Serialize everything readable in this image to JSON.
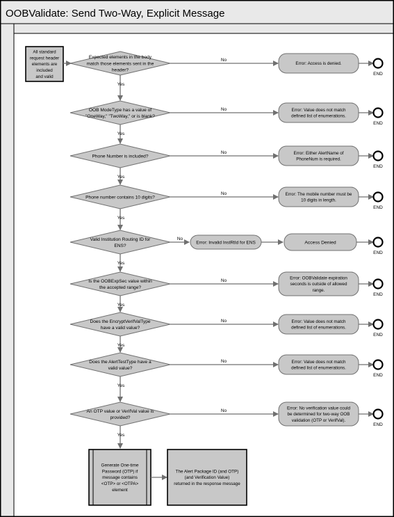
{
  "title": "OOBValidate: Send Two-Way, Explicit Message",
  "start_box": [
    "All standard",
    "request header",
    "elements are",
    "included",
    "and valid"
  ],
  "yes_label": "Yes",
  "no_label": "No",
  "end_label": "END",
  "decisions": [
    {
      "lines": [
        "Expected elements in the body",
        "match those  elements sent in the",
        "header?"
      ],
      "error": [
        "Error: Access is denied."
      ]
    },
    {
      "lines": [
        "OOB ModeType has a value of",
        "\"OneWay,\" \"TwoWay,\" or is blank?"
      ],
      "error": [
        "Error: Value does not match",
        "defined list of enumerations."
      ]
    },
    {
      "lines": [
        "Phone Number is included?"
      ],
      "error": [
        "Error: Either AlertName of",
        "PhoneNum is required."
      ]
    },
    {
      "lines": [
        "Phone number contains 10 digits?"
      ],
      "error": [
        "Error: The mobile number must be",
        "10 digits in length."
      ]
    },
    {
      "lines": [
        "Valid Institution Routing ID for",
        "ENS?"
      ],
      "mid": [
        "Error: Invalid InstRtId for ENS"
      ],
      "error": [
        "Access Denied"
      ]
    },
    {
      "lines": [
        "Is the OOBExpSec value within",
        "the accepted range?"
      ],
      "error": [
        "Error: OOBValidate expiration",
        "seconds is outside of allowed",
        "range."
      ]
    },
    {
      "lines": [
        "Does the EncryptVerifValType",
        "have a valid value?"
      ],
      "error": [
        "Error: Value does not match",
        "defined list of enumerations."
      ]
    },
    {
      "lines": [
        "Does the AlertTestType have a",
        "valid value?"
      ],
      "error": [
        "Error: Value does not match",
        "defined list of enumerations."
      ]
    },
    {
      "lines": [
        "An OTP value or VerifVal value is",
        "provided?"
      ],
      "error": [
        "Error: No verification value could",
        "be determined for two-way OOB",
        "validation (OTP or VerifVal)."
      ]
    }
  ],
  "process1": [
    "Generate One-time",
    "Password (OTP) if",
    "message contains",
    "<OTP> or <OTPA>",
    "element"
  ],
  "process2": [
    "The  Alert Package ID (and OTP)",
    "(and Verification Value)",
    "returned in the response message"
  ],
  "colors": {
    "shape_fill": "#c8c8c8",
    "stroke": "#707070",
    "outline": "#000000",
    "header_bg": "#e9e9e9"
  }
}
